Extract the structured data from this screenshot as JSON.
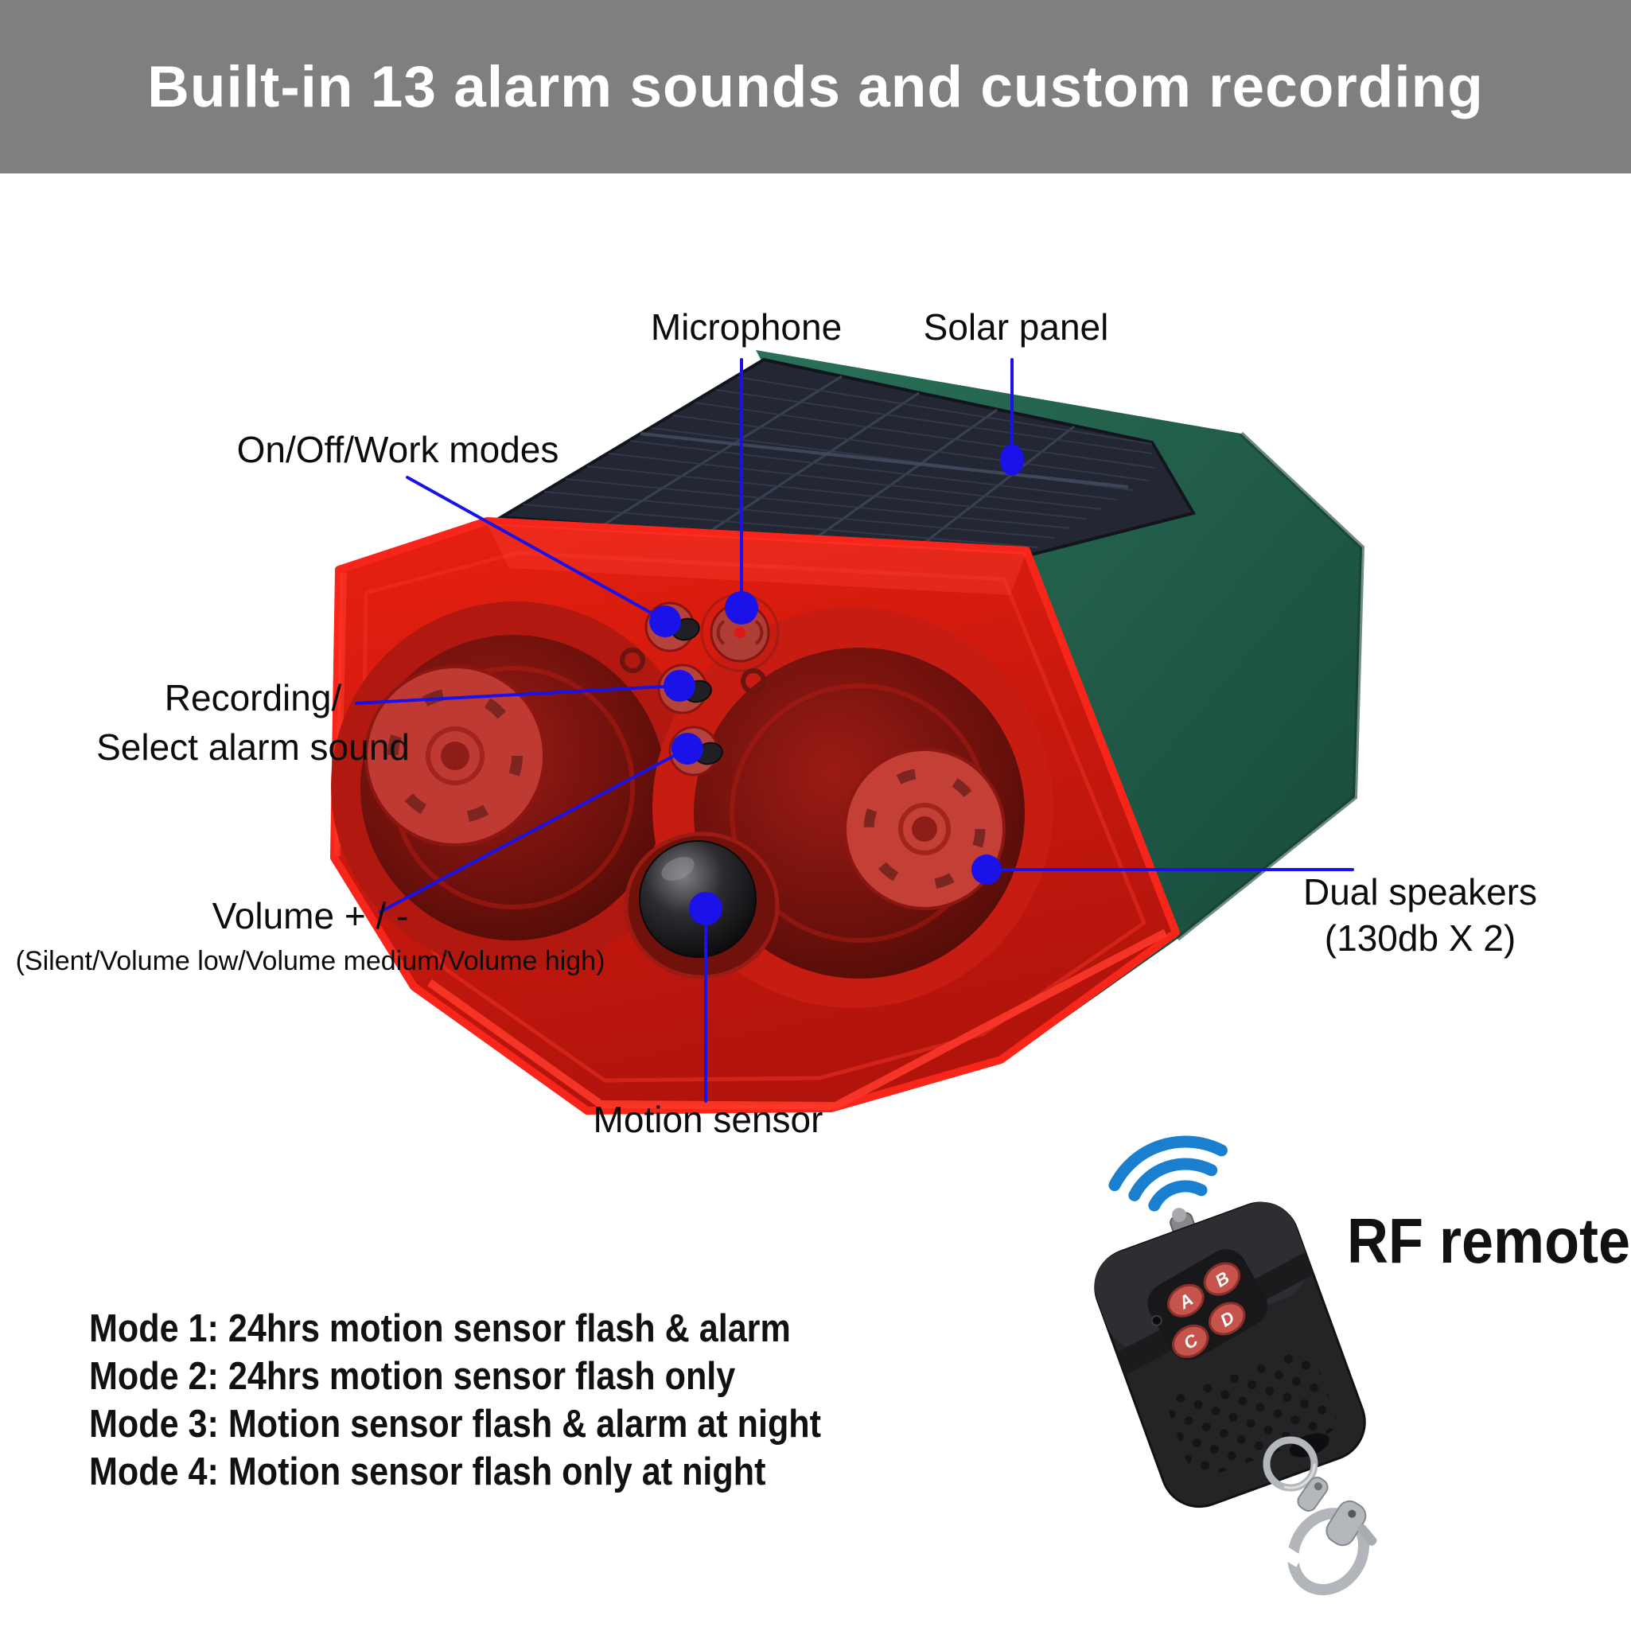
{
  "title": "Built-in 13 alarm sounds and custom recording",
  "labels": {
    "microphone": "Microphone",
    "solar_panel": "Solar panel",
    "work_modes": "On/Off/Work modes",
    "recording_line1": "Recording/",
    "recording_line2": "Select alarm sound",
    "volume": "Volume + / -",
    "volume_detail": "(Silent/Volume low/Volume medium/Volume high)",
    "motion_sensor": "Motion sensor",
    "dual_speakers_line1": "Dual speakers",
    "dual_speakers_line2": "(130db X 2)",
    "rf_remote": "RF remote"
  },
  "modes": [
    "Mode 1: 24hrs motion sensor flash & alarm",
    "Mode 2: 24hrs motion sensor flash only",
    "Mode 3: Motion sensor flash & alarm at night",
    "Mode 4: Motion sensor flash only at night"
  ],
  "remote": {
    "buttons": [
      "A",
      "B",
      "C",
      "D"
    ]
  },
  "colors": {
    "banner_gray": "#7f7f7f",
    "callout_blue": "#1a12e8",
    "wifi_blue": "#1b7fd0",
    "device_red": "#d41910",
    "device_green": "#1f5c4b",
    "solar_panel_dark": "#232733"
  }
}
